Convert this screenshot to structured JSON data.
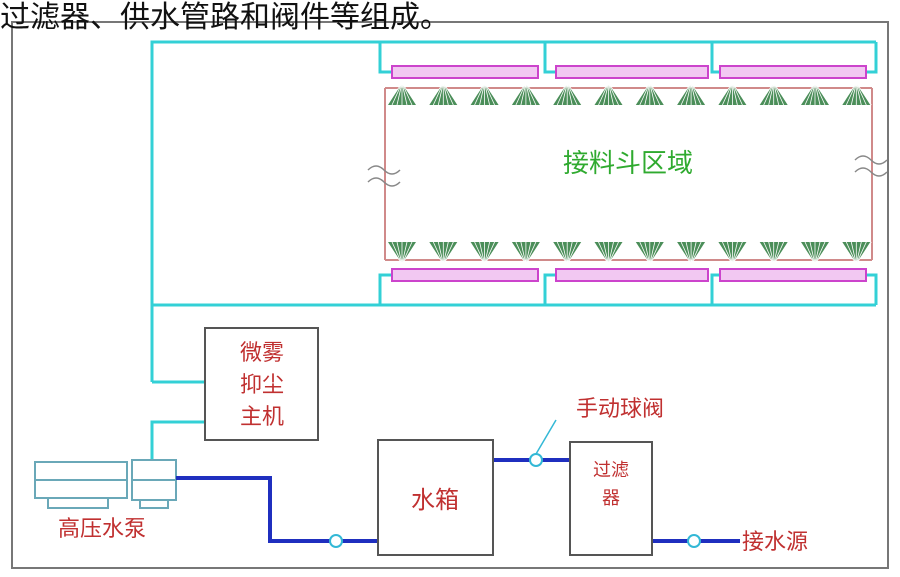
{
  "caption": "过滤器、供水管路和阀件等组成。",
  "labels": {
    "receiving_area": "接料斗区域",
    "host_line1": "微雾",
    "host_line2": "抑尘",
    "host_line3": "主机",
    "manual_valve": "手动球阀",
    "water_tank": "水箱",
    "filter_line1": "过滤",
    "filter_line2": "器",
    "filter_line3": "",
    "water_source": "接水源",
    "hp_pump": "高压水泵"
  },
  "colors": {
    "cyan_pipe": "#33d0d6",
    "blue_pipe": "#1f2fbf",
    "manifold": "#cc44cc",
    "nozzle": "#2c7a3c",
    "area_text": "#2faa2f",
    "label_red": "#c03030",
    "box_border": "#555555"
  }
}
